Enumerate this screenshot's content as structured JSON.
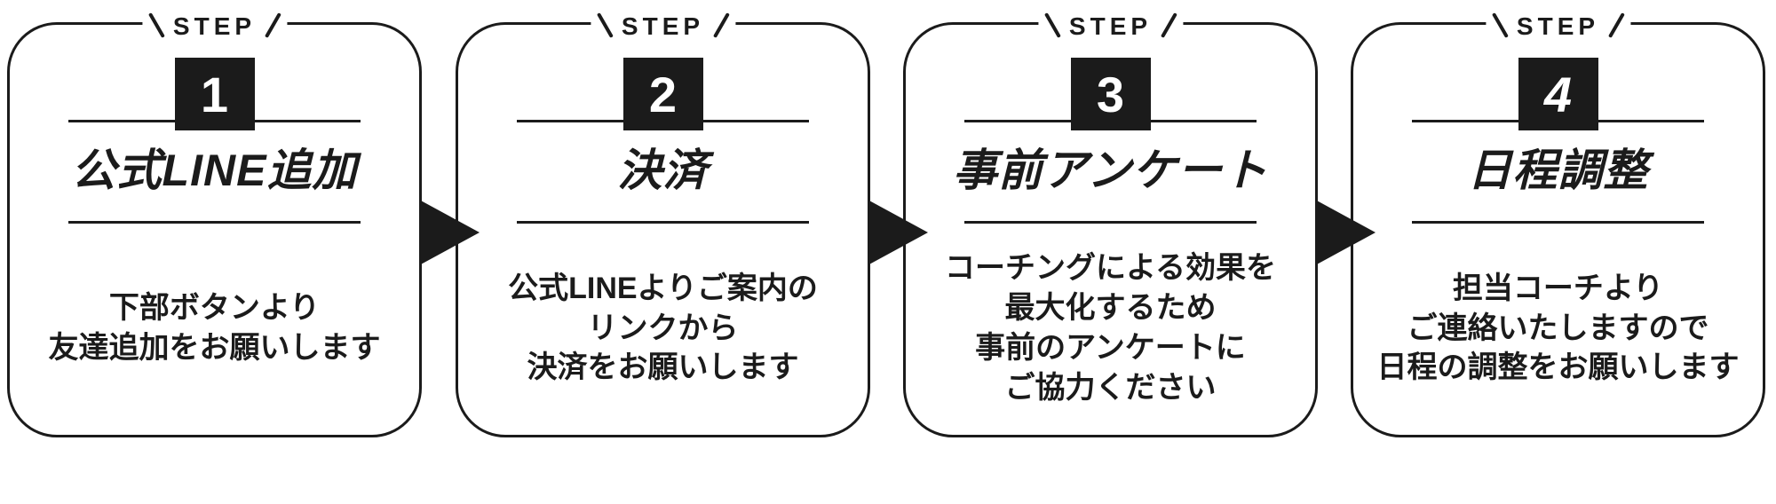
{
  "palette": {
    "ink": "#1b1b1b",
    "background": "#ffffff",
    "badge_text": "#ffffff"
  },
  "step_label": "STEP",
  "steps": [
    {
      "number": "1",
      "title": "公式LINE追加",
      "description": "下部ボタンより\n友達追加をお願いします"
    },
    {
      "number": "2",
      "title": "決済",
      "description": "公式LINEよりご案内の\nリンクから\n決済をお願いします"
    },
    {
      "number": "3",
      "title": "事前アンケート",
      "description": "コーチングによる効果を\n最大化するため\n事前のアンケートに\nご協力ください"
    },
    {
      "number": "4",
      "title": "日程調整",
      "description": "担当コーチより\nご連絡いたしますので\n日程の調整をお願いします"
    }
  ]
}
